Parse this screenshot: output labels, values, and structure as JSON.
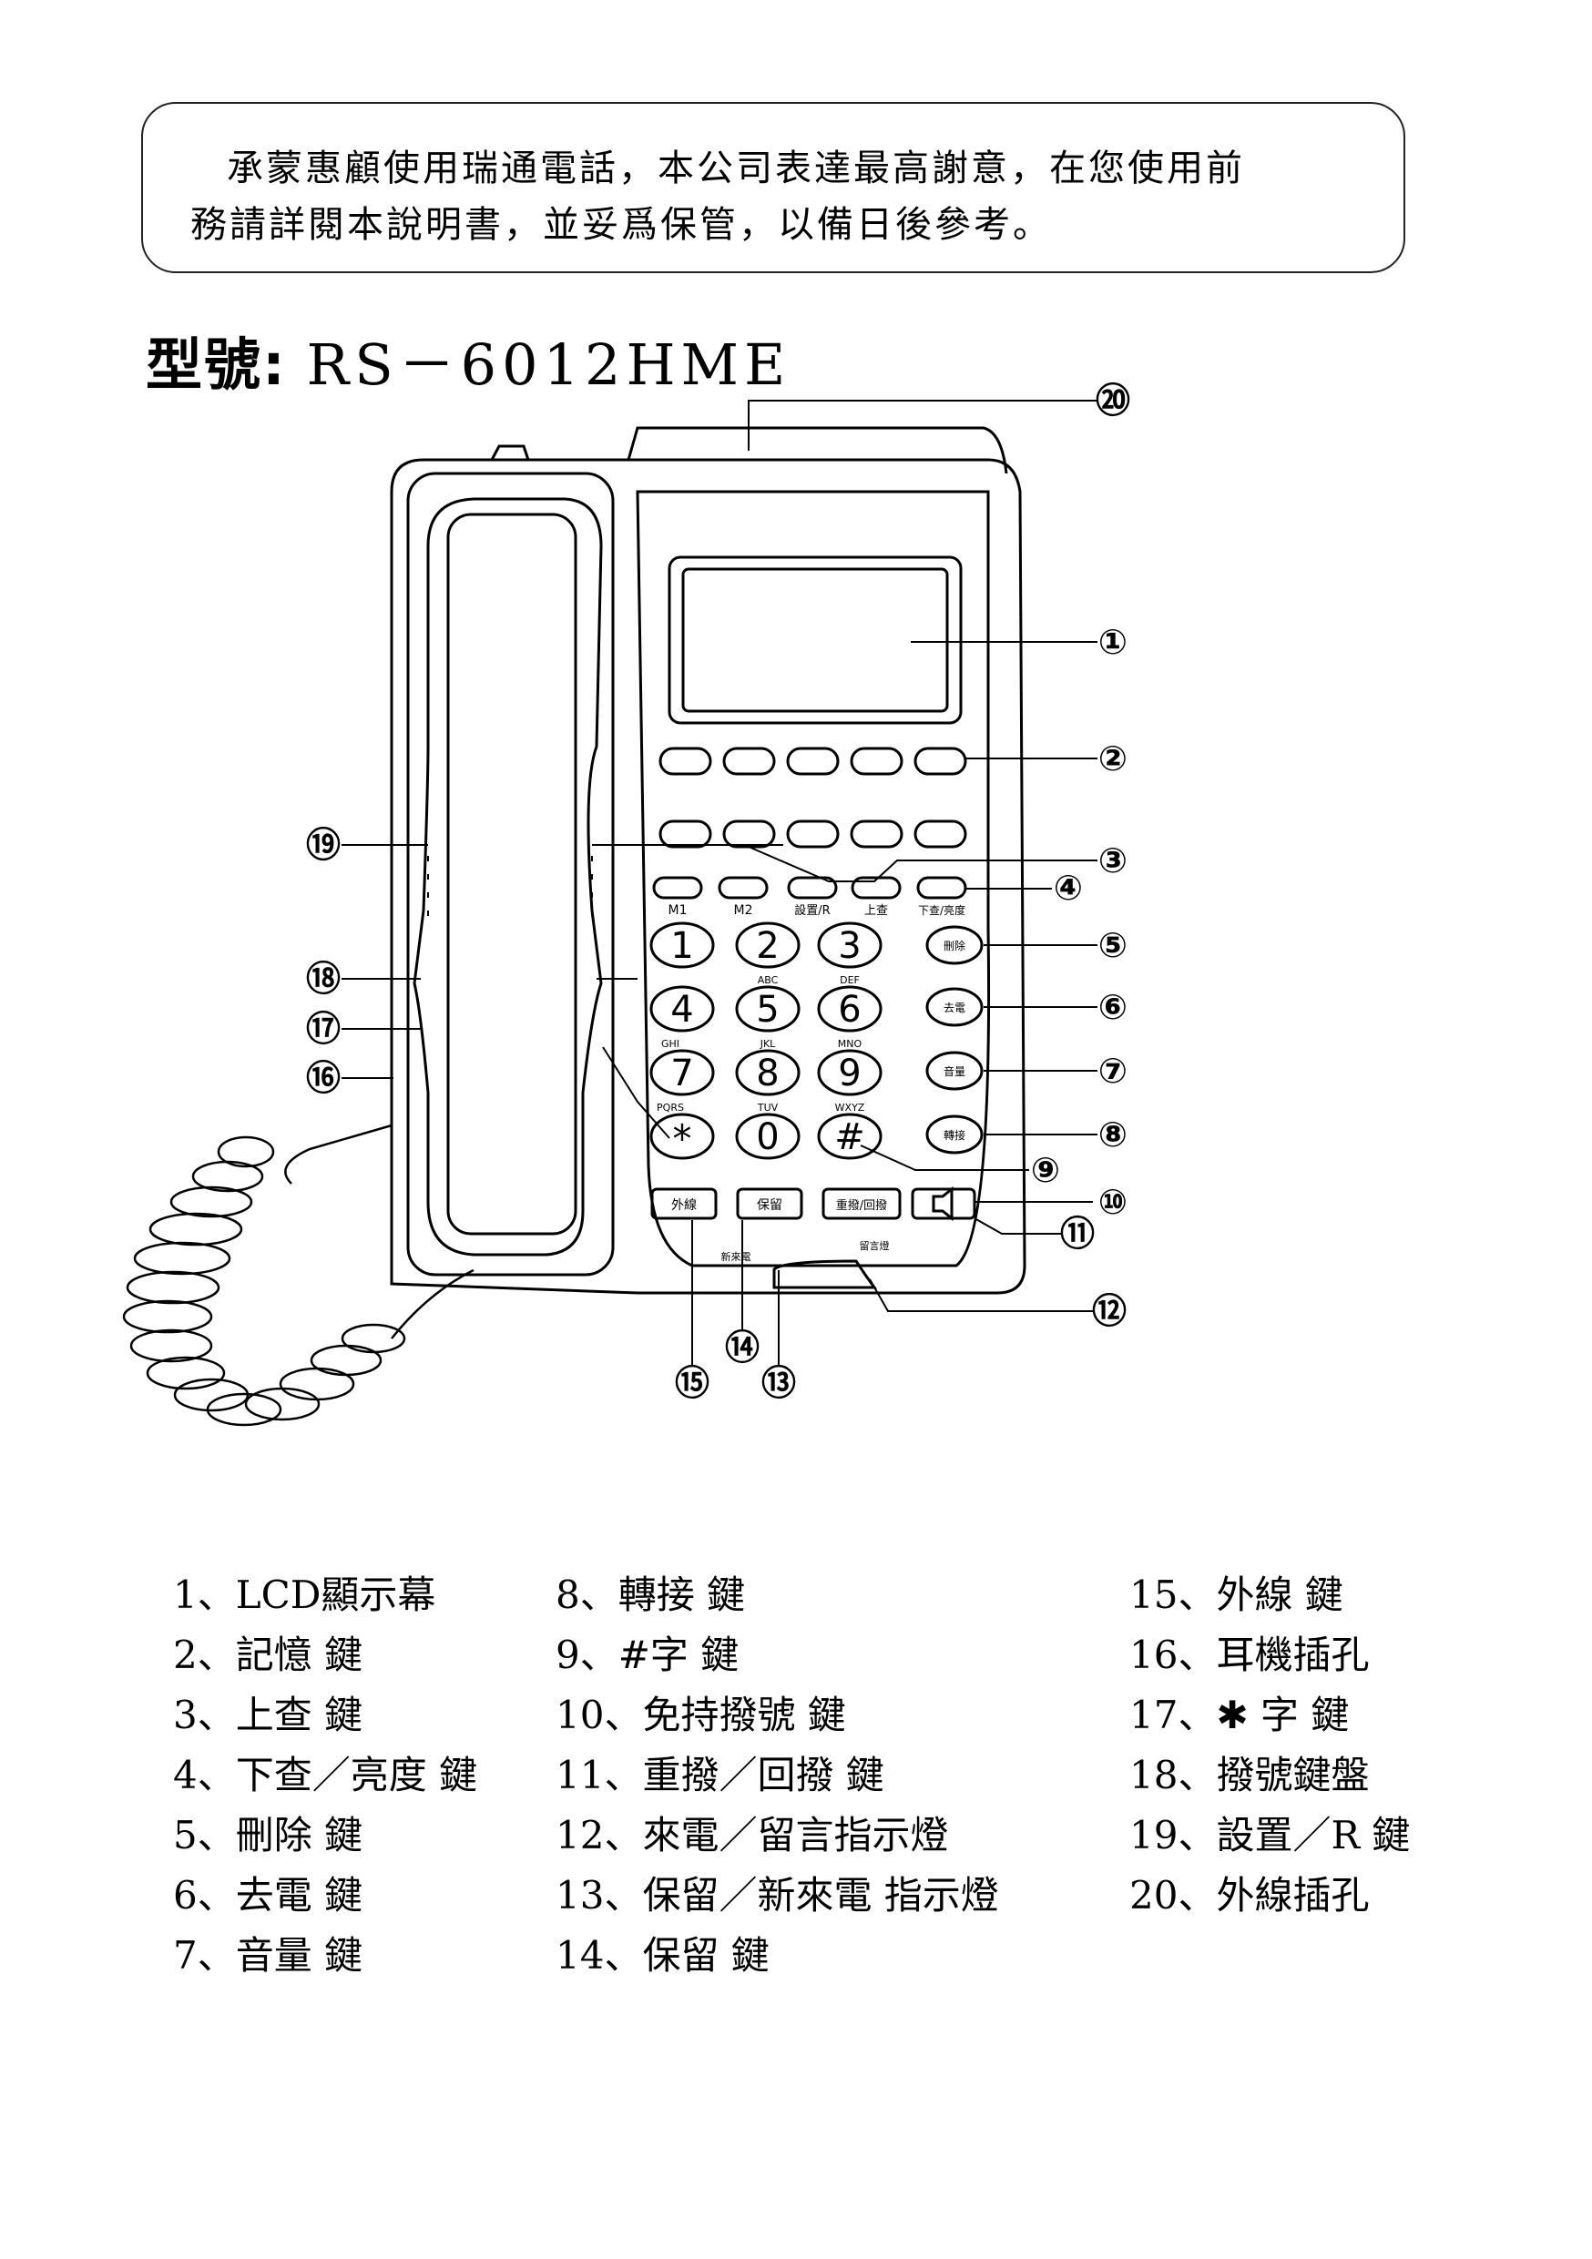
{
  "notice": {
    "line1": "承蒙惠顧使用瑞通電話，本公司表達最高謝意，在您使用前",
    "line2": "務請詳閱本說明書，並妥爲保管，以備日後參考。"
  },
  "model": {
    "prefix": "型號:",
    "value": "RS－6012HME"
  },
  "phone": {
    "key_row_labels": [
      "M1",
      "M2",
      "設置/R",
      "上查",
      "下查/亮度"
    ],
    "dial_keys": [
      "1",
      "2",
      "3",
      "4",
      "5",
      "6",
      "7",
      "8",
      "9",
      "*",
      "0",
      "#"
    ],
    "dial_letters": [
      "",
      "ABC",
      "DEF",
      "GHI",
      "JKL",
      "MNO",
      "PQRS",
      "TUV",
      "WXYZ"
    ],
    "side_keys": [
      "刪除",
      "去電",
      "音量",
      "轉接"
    ],
    "bottom_keys": [
      "外線",
      "保留",
      "重撥/回撥"
    ],
    "indicator_labels": [
      "新來電",
      "留言燈"
    ]
  },
  "callouts": [
    "①",
    "②",
    "③",
    "④",
    "⑤",
    "⑥",
    "⑦",
    "⑧",
    "⑨",
    "⑩",
    "⑪",
    "⑫",
    "⑬",
    "⑭",
    "⑮",
    "⑯",
    "⑰",
    "⑱",
    "⑲",
    "⑳"
  ],
  "legend": {
    "col1": [
      {
        "num": "1、",
        "text": "LCD顯示幕"
      },
      {
        "num": "2、",
        "text": "記憶 鍵"
      },
      {
        "num": "3、",
        "text": "上查 鍵"
      },
      {
        "num": "4、",
        "text": "下查／亮度 鍵"
      },
      {
        "num": "5、",
        "text": "刪除 鍵"
      },
      {
        "num": "6、",
        "text": "去電 鍵"
      },
      {
        "num": "7、",
        "text": "音量 鍵"
      }
    ],
    "col2": [
      {
        "num": "8、",
        "text": "轉接 鍵"
      },
      {
        "num": "9、",
        "text": "#字 鍵"
      },
      {
        "num": "10、",
        "text": "免持撥號 鍵"
      },
      {
        "num": "11、",
        "text": "重撥／回撥 鍵"
      },
      {
        "num": "12、",
        "text": "來電／留言指示燈"
      },
      {
        "num": "13、",
        "text": "保留／新來電 指示燈"
      },
      {
        "num": "14、",
        "text": "保留 鍵"
      }
    ],
    "col3": [
      {
        "num": "15、",
        "text": "外線 鍵"
      },
      {
        "num": "16、",
        "text": "耳機插孔"
      },
      {
        "num": "17、",
        "text": "✱ 字 鍵"
      },
      {
        "num": "18、",
        "text": "撥號鍵盤"
      },
      {
        "num": "19、",
        "text": "設置／R 鍵"
      },
      {
        "num": "20、",
        "text": "外線插孔"
      }
    ]
  }
}
